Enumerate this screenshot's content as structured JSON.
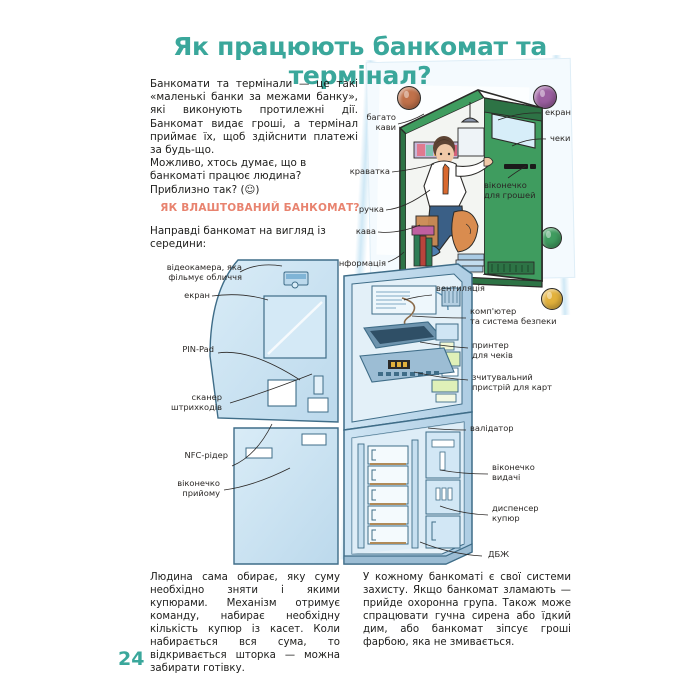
{
  "page": {
    "title": "Як працюють банкомат та термінал?",
    "page_number": "24",
    "title_color": "#3aa79b",
    "subhead_color": "#e8836f",
    "body_color": "#1d1d1b"
  },
  "intro": {
    "p1": "Банкомати та термінали — це такі «маленькі банки за межами банку», які виконують протилежні дії. Банкомат видає гроші, а термінал приймає їх, щоб здійснити платежі за будь-що.",
    "p2": "Можливо, хтось думає, що в банкоматі працює людина?",
    "p3": "Приблизно так? (☺)"
  },
  "section": {
    "subhead": "ЯК ВЛАШТОВАНИЙ БАНКОМАТ?",
    "leadin": "Направді банкомат на вигляд із середини:"
  },
  "booth_labels": {
    "left": [
      {
        "name": "label-bagato-kavy",
        "text": "багато\nкави"
      },
      {
        "name": "label-kravatka",
        "text": "краватка"
      },
      {
        "name": "label-ruchka",
        "text": "ручка"
      },
      {
        "name": "label-kava",
        "text": "кава"
      },
      {
        "name": "label-informatsiya",
        "text": "інформація"
      }
    ],
    "right": [
      {
        "name": "label-ekran-booth",
        "text": "екран"
      },
      {
        "name": "label-cheky",
        "text": "чеки"
      },
      {
        "name": "label-vikonechko-dlya-hroshei",
        "text": "віконечко\nдля грошей"
      }
    ]
  },
  "atm_labels": {
    "left": [
      {
        "name": "label-videokamera",
        "text": "відеокамера, яка\nфільмує обличчя"
      },
      {
        "name": "label-ekran",
        "text": "екран"
      },
      {
        "name": "label-pin-pad",
        "text": "PIN-Pad"
      },
      {
        "name": "label-skaner-shtrykhkodiv",
        "text": "сканер\nштрихкодів"
      },
      {
        "name": "label-nfc-rider",
        "text": "NFC-рідер"
      },
      {
        "name": "label-vikonechko-pryyomu",
        "text": "віконечко\nприйому"
      }
    ],
    "right": [
      {
        "name": "label-ventylyatsiya",
        "text": "вентиляція"
      },
      {
        "name": "label-kompyuter",
        "text": "комп'ютер\nта система безпеки"
      },
      {
        "name": "label-prynter",
        "text": "принтер\nдля чеків"
      },
      {
        "name": "label-zchytuvalnyy-prystriy",
        "text": "зчитувальний\nпристрій для карт"
      },
      {
        "name": "label-validator",
        "text": "валідатор"
      },
      {
        "name": "label-vikonechko-vydachi",
        "text": "віконечко\nвидачі"
      },
      {
        "name": "label-dyspenser",
        "text": "диспенсер\nкупюр"
      },
      {
        "name": "label-dbzh",
        "text": "ДБЖ"
      }
    ]
  },
  "bottom": {
    "left": "Людина сама обирає, яку суму необхідно зняти і якими купюрами. Механізм отримує команду, набирає необхідну кількість купюр із касет. Коли набирається вся сума, то відкривається шторка — можна забирати готівку.",
    "right": "У кожному банкоматі є свої системи захисту. Якщо банкомат зламають — прийде охоронна група. Також може спрацювати гучна сирена або їдкий дим, або банкомат зіпсує гроші фарбою, яка не змивається."
  },
  "colors": {
    "booth_green": "#3f9c5f",
    "booth_green_dark": "#2d7345",
    "atm_body": "#c9e2f2",
    "atm_outline": "#3f6d88",
    "dot_brown": "#c0714a",
    "dot_purple": "#9b5fa0",
    "dot_green": "#3f9c5f",
    "dot_yellow": "#e2b13c"
  }
}
